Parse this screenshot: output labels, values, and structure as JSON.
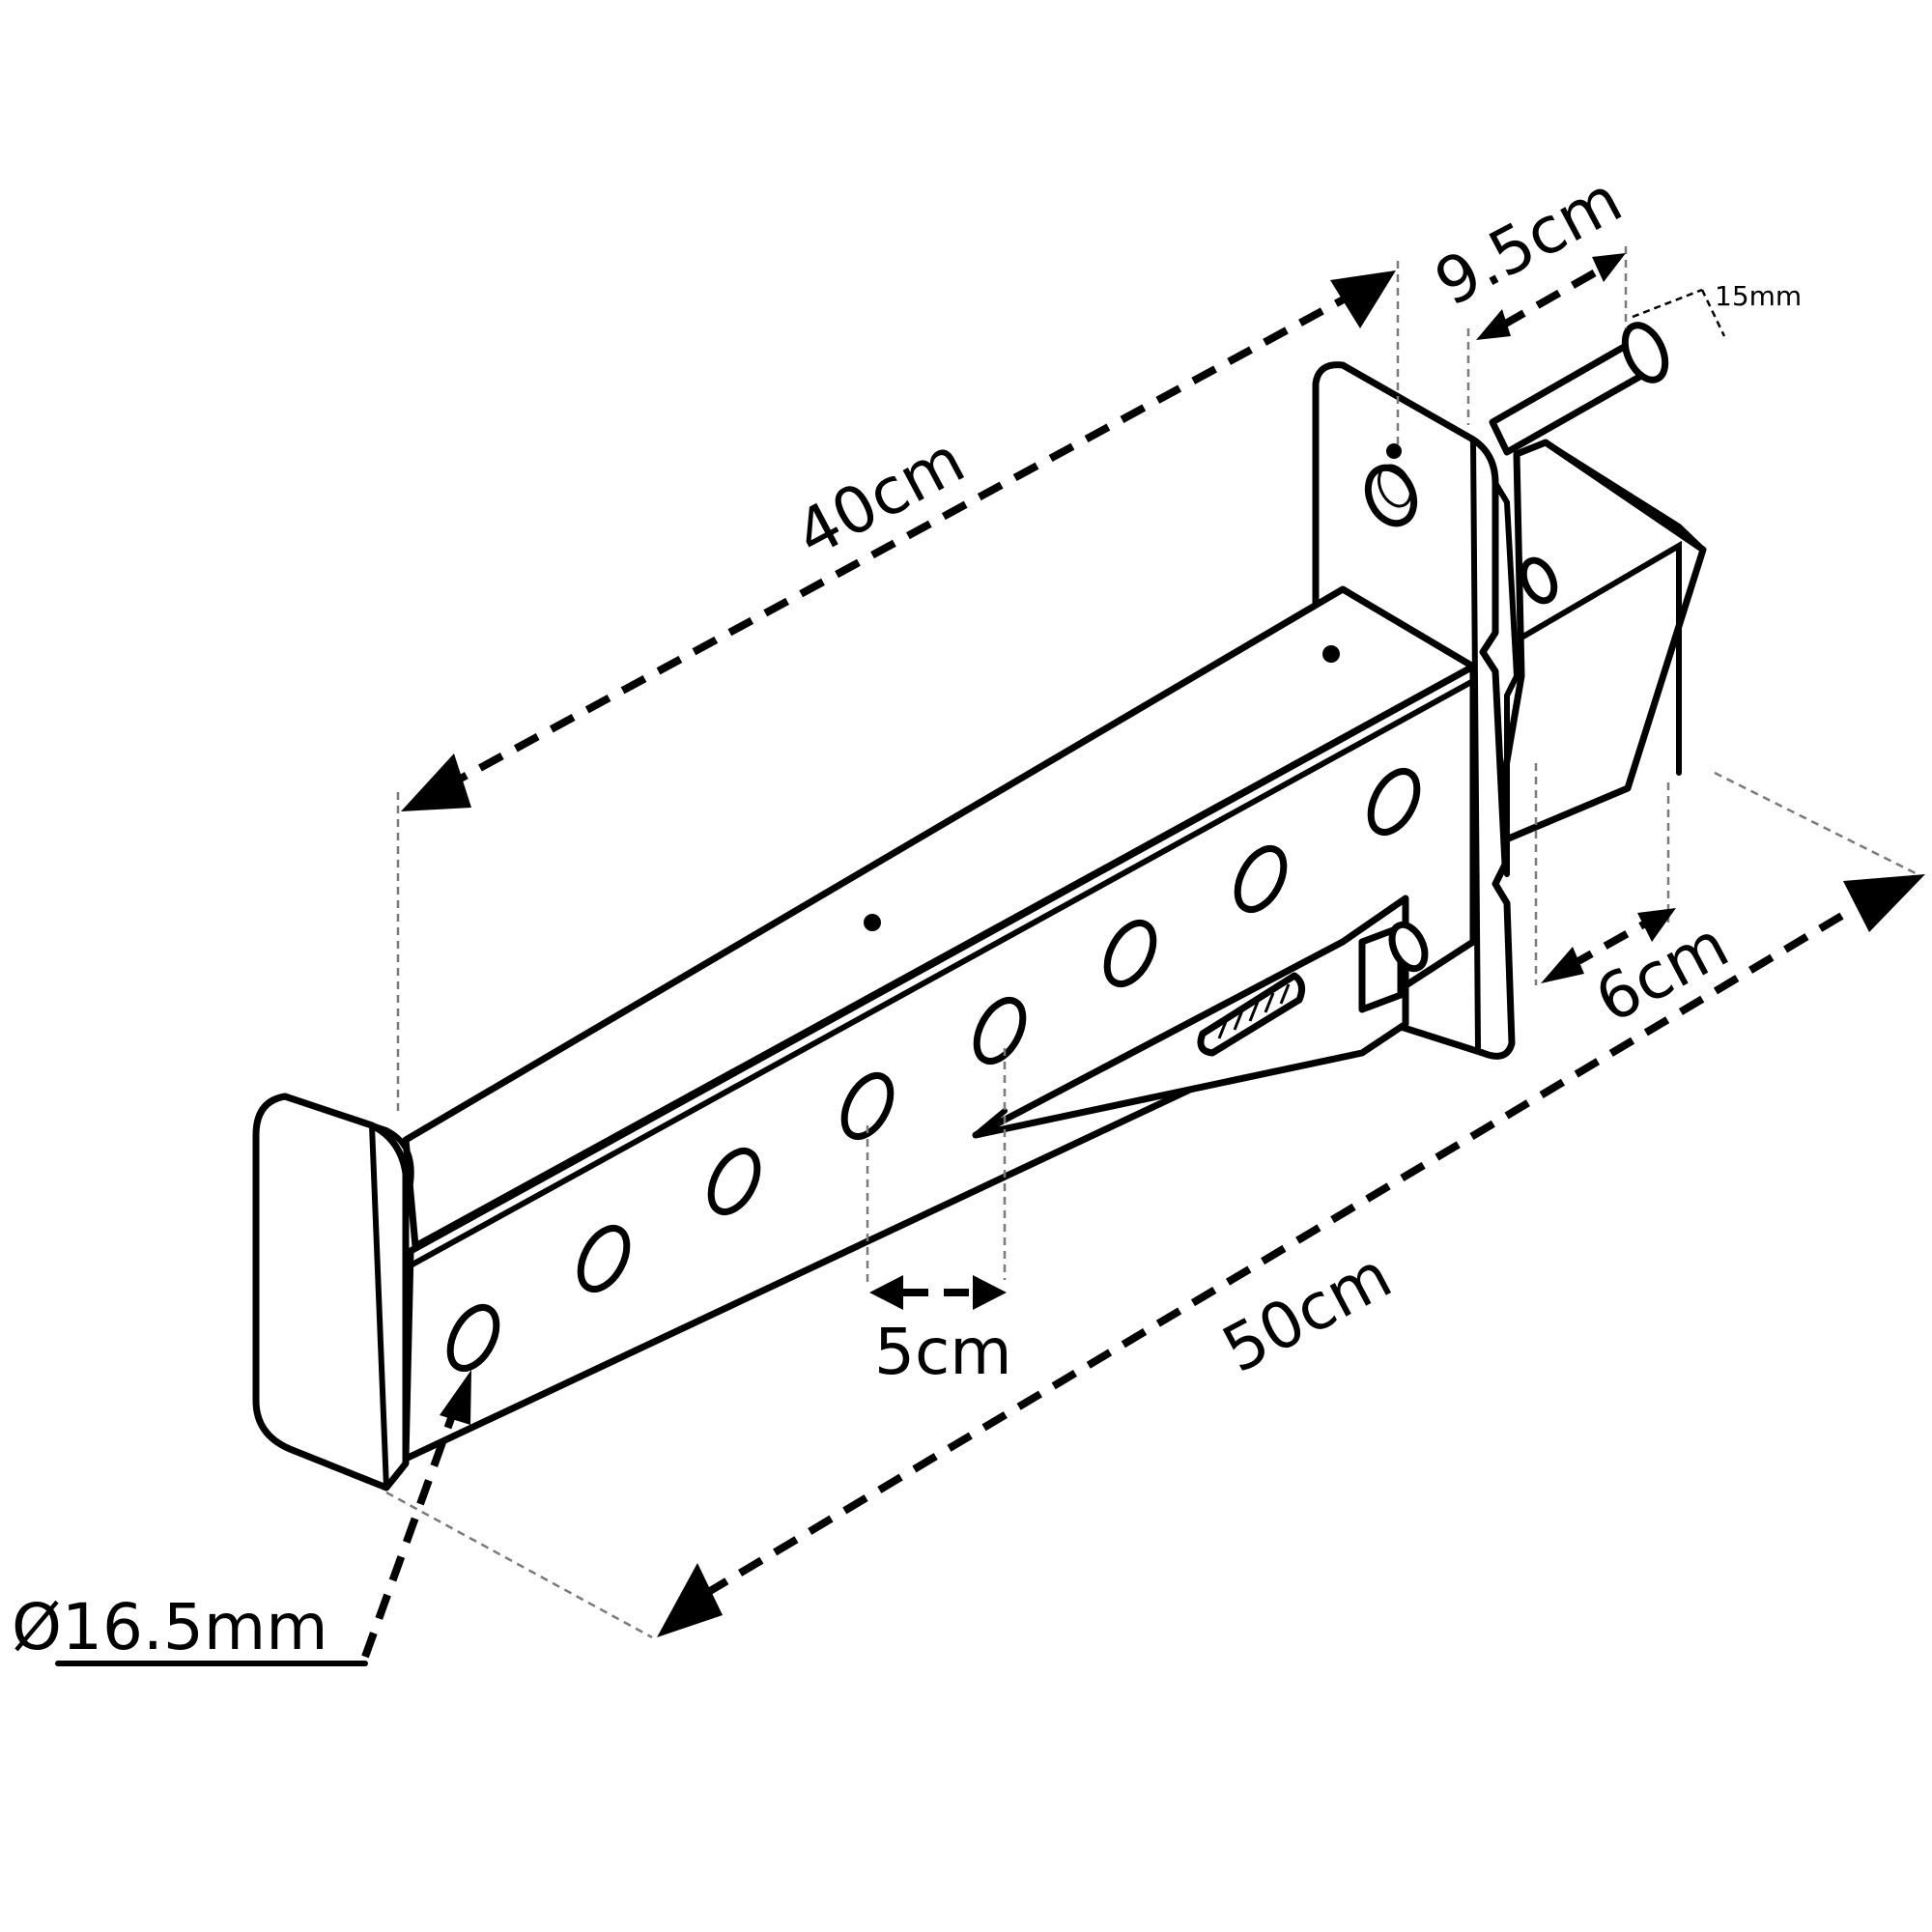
{
  "diagram": {
    "dimensions": {
      "length_40": "40cm",
      "length_50": "50cm",
      "width_9_5": "9.5cm",
      "pin_15": "15mm",
      "depth_6": "6cm",
      "spacing_5": "5cm",
      "hole_diameter": "Ø16.5mm"
    }
  },
  "colors": {
    "line": "#000000",
    "extension_line": "#7a7a7a",
    "background": "#ffffff"
  },
  "icons": {
    "diameter_symbol": "diameter-symbol-icon"
  }
}
